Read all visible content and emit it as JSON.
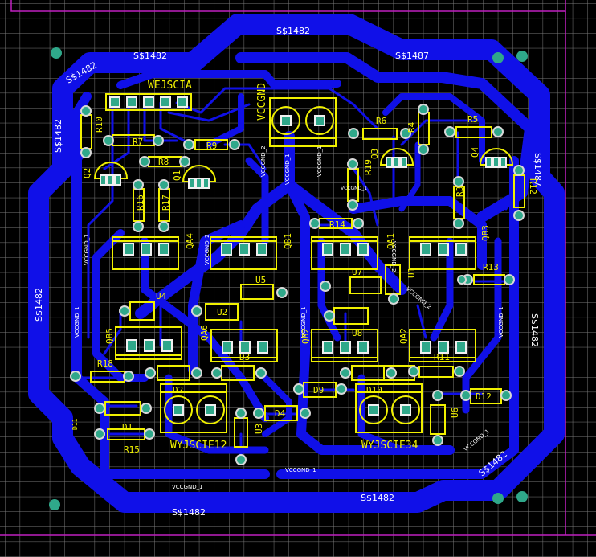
{
  "colors": {
    "background": "#000000",
    "grid": "#7a7a7a",
    "copper": "#1010e8",
    "silkscreen": "#f0f000",
    "pad": "#2fa88a",
    "border": "#c020c0",
    "net_label": "#ffffff"
  },
  "labels": {
    "wejscia": "WEJSCIA",
    "vccgnd": "VCCGND",
    "wyjscie12": "WYJSCIE12",
    "wyjscie34": "WYJSCIE34",
    "r10": "R10",
    "r7": "R7",
    "r8": "R8",
    "r9": "R9",
    "q2": "Q2",
    "q1": "Q1",
    "r16": "R16",
    "r17": "R17",
    "r6": "R6",
    "r5": "R5",
    "r4": "R4",
    "r19": "R19",
    "q3": "Q3",
    "q4": "Q4",
    "r3": "R3",
    "r12": "R12",
    "r14": "R14",
    "r13": "R13",
    "r11": "R11",
    "qa4": "QA4",
    "qb1": "QB1",
    "qa1": "QA1",
    "qb3": "QB3",
    "qb5": "QB5",
    "qa6": "QA6",
    "qb2": "QB2",
    "qa2": "QA2",
    "u4": "U4",
    "u2": "U2",
    "u5": "U5",
    "u7": "U7",
    "u1": "U1",
    "u8": "U8",
    "u3": "U3",
    "u6": "U6",
    "d1": "D1",
    "d2": "D2",
    "d3": "D3",
    "d4": "D4",
    "d9": "D9",
    "d10": "D10",
    "d11": "D11",
    "d12": "D12",
    "r18": "R18",
    "r15": "R15"
  },
  "nets": {
    "s1482": "S$1482",
    "s1487": "S$1487",
    "vccgnd1": "VCCGND_1",
    "vccgnd2": "VCCGND_2"
  }
}
